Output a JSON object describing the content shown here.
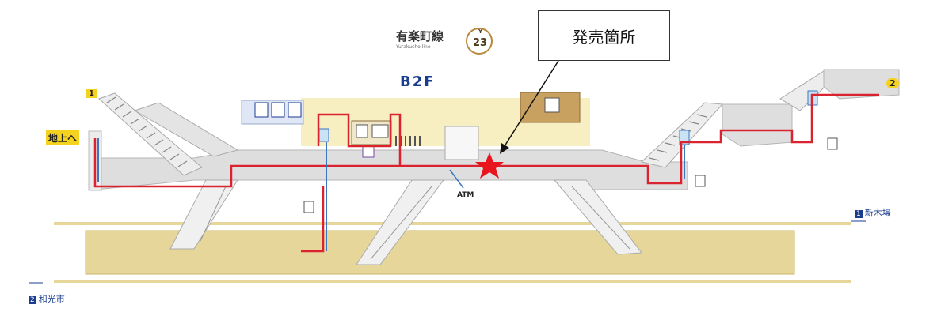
{
  "line": {
    "name": "有楽町線",
    "roman": "Yurakucho line",
    "letter": "Y",
    "number": "23"
  },
  "floor_label": "B2F",
  "callout": {
    "text": "発売箇所"
  },
  "exits": {
    "ground": "地上へ",
    "exit1": "1",
    "exit2": "2"
  },
  "directions": {
    "right": {
      "number": "1",
      "name": "新木場"
    },
    "left": {
      "number": "2",
      "name": "和光市"
    }
  },
  "atm": "ATM",
  "colors": {
    "route": "#d9232e",
    "elevator_route": "#3b76c4",
    "concourse": "#dedede",
    "platform": "#e6d69a",
    "marker": "#e8141e"
  },
  "icons": [
    "star-marker-icon",
    "toilet-icon",
    "ticket-machine-icon",
    "elevator-icon",
    "stairs-icon",
    "escalator-icon",
    "fare-gate-icon"
  ]
}
